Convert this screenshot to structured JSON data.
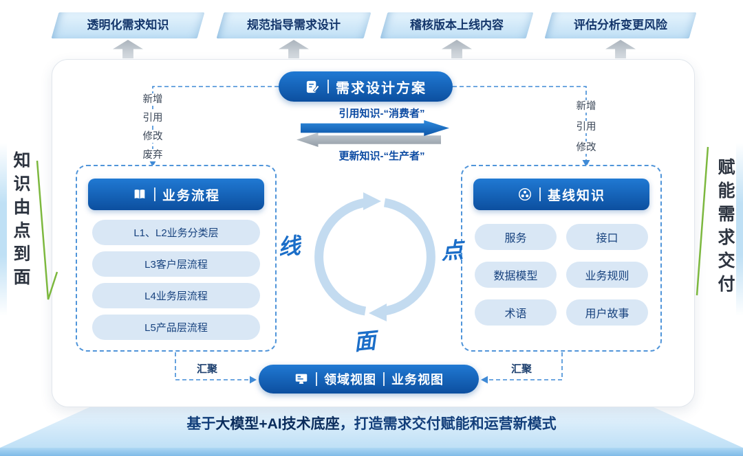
{
  "colors": {
    "primary_blue": "#1266bd",
    "light_chip_blue": "#d9e7f5",
    "banner_blue": "#bfdff5",
    "dashed_blue": "#4f94d9",
    "accent_green": "#7cb83e",
    "dark_text": "#14366b"
  },
  "top_benefits": [
    {
      "label": "透明化需求知识"
    },
    {
      "label": "规范指导需求设计"
    },
    {
      "label": "稽核版本上线内容"
    },
    {
      "label": "评估分析变更风险"
    }
  ],
  "design_pill": {
    "label": "需求设计方案",
    "icon": "edit-doc-icon"
  },
  "knowledge_flow": {
    "consume_label": "引用知识-“消费者”",
    "produce_label": "更新知识-“生产者”"
  },
  "left_actions": [
    "新增",
    "引用",
    "修改",
    "废弃"
  ],
  "right_actions": [
    "新增",
    "引用",
    "修改"
  ],
  "process_panel": {
    "title": "业务流程",
    "icon": "book-icon",
    "items": [
      "L1、L2业务分类层",
      "L3客户层流程",
      "L4业务层流程",
      "L5产品层流程"
    ]
  },
  "baseline_panel": {
    "title": "基线知识",
    "icon": "network-icon",
    "items": [
      "服务",
      "接口",
      "数据模型",
      "业务规则",
      "术语",
      "用户故事"
    ]
  },
  "cycle_labels": {
    "line": "线",
    "point": "点",
    "plane": "面"
  },
  "converge": {
    "left": "汇聚",
    "right": "汇聚"
  },
  "views_pill": {
    "icon": "dashboard-icon",
    "primary": "领域视图",
    "secondary": "业务视图"
  },
  "side_notes": {
    "left": "知识由点到面",
    "right": "赋能需求交付"
  },
  "footer": {
    "prefix": "基于",
    "highlight": "大模型+AI技术底座",
    "separator": "，",
    "suffix": "打造需求交付赋能和运营新模式"
  }
}
